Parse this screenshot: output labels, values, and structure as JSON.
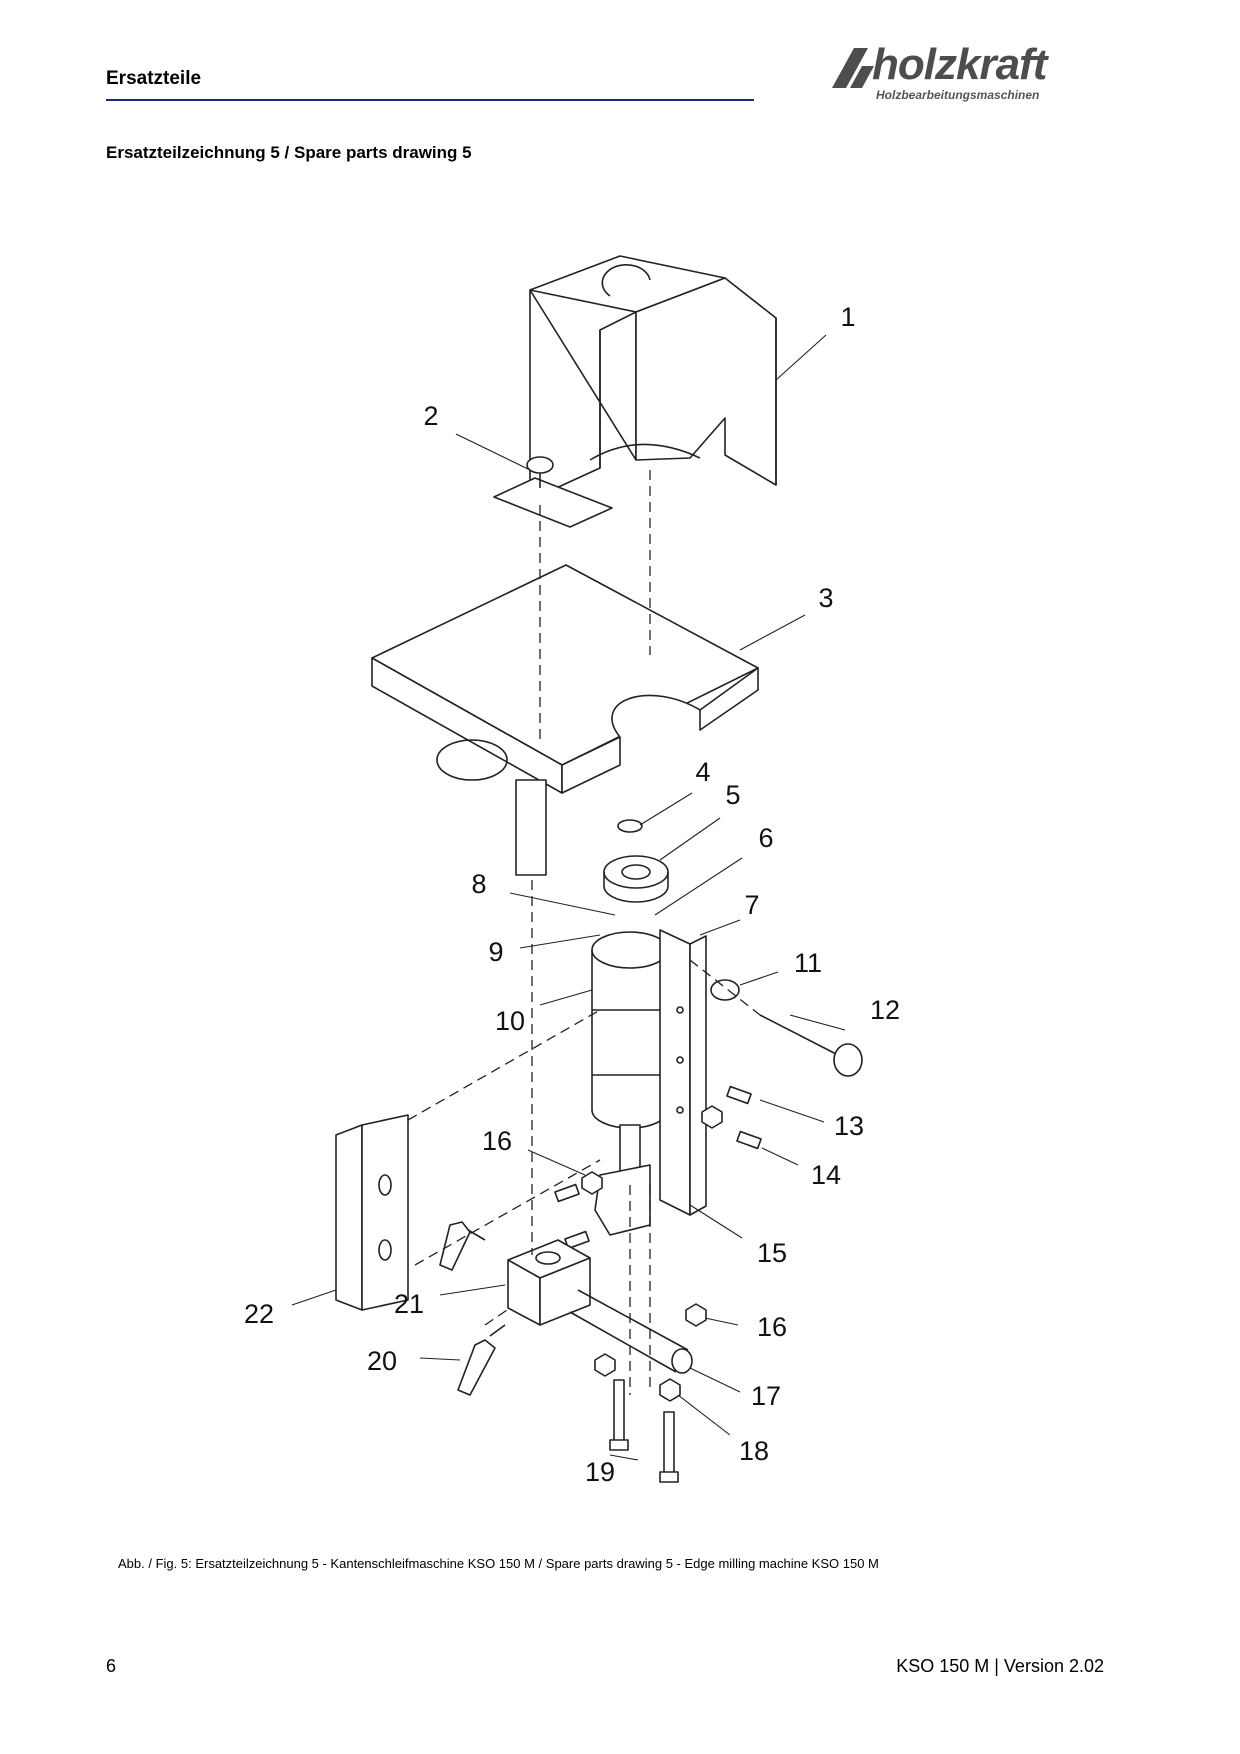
{
  "header": {
    "title": "Ersatzteile",
    "logo_text": "holzkraft",
    "logo_subtitle": "Holzbearbeitungsmaschinen",
    "rule_color": "#1f2a7a",
    "logo_color": "#4d4d4d"
  },
  "section_title": "Ersatzteilzeichnung 5 / Spare parts drawing 5",
  "callouts": [
    "1",
    "2",
    "3",
    "4",
    "5",
    "6",
    "7",
    "8",
    "9",
    "10",
    "11",
    "12",
    "13",
    "14",
    "15",
    "16",
    "16",
    "17",
    "18",
    "19",
    "20",
    "21",
    "22"
  ],
  "caption": "Abb. / Fig. 5: Ersatzteilzeichnung 5 - Kantenschleifmaschine KSO 150 M / Spare parts drawing 5 - Edge milling machine KSO 150 M",
  "footer": {
    "page_number": "6",
    "doc_id": "KSO 150 M | Version 2.02"
  }
}
